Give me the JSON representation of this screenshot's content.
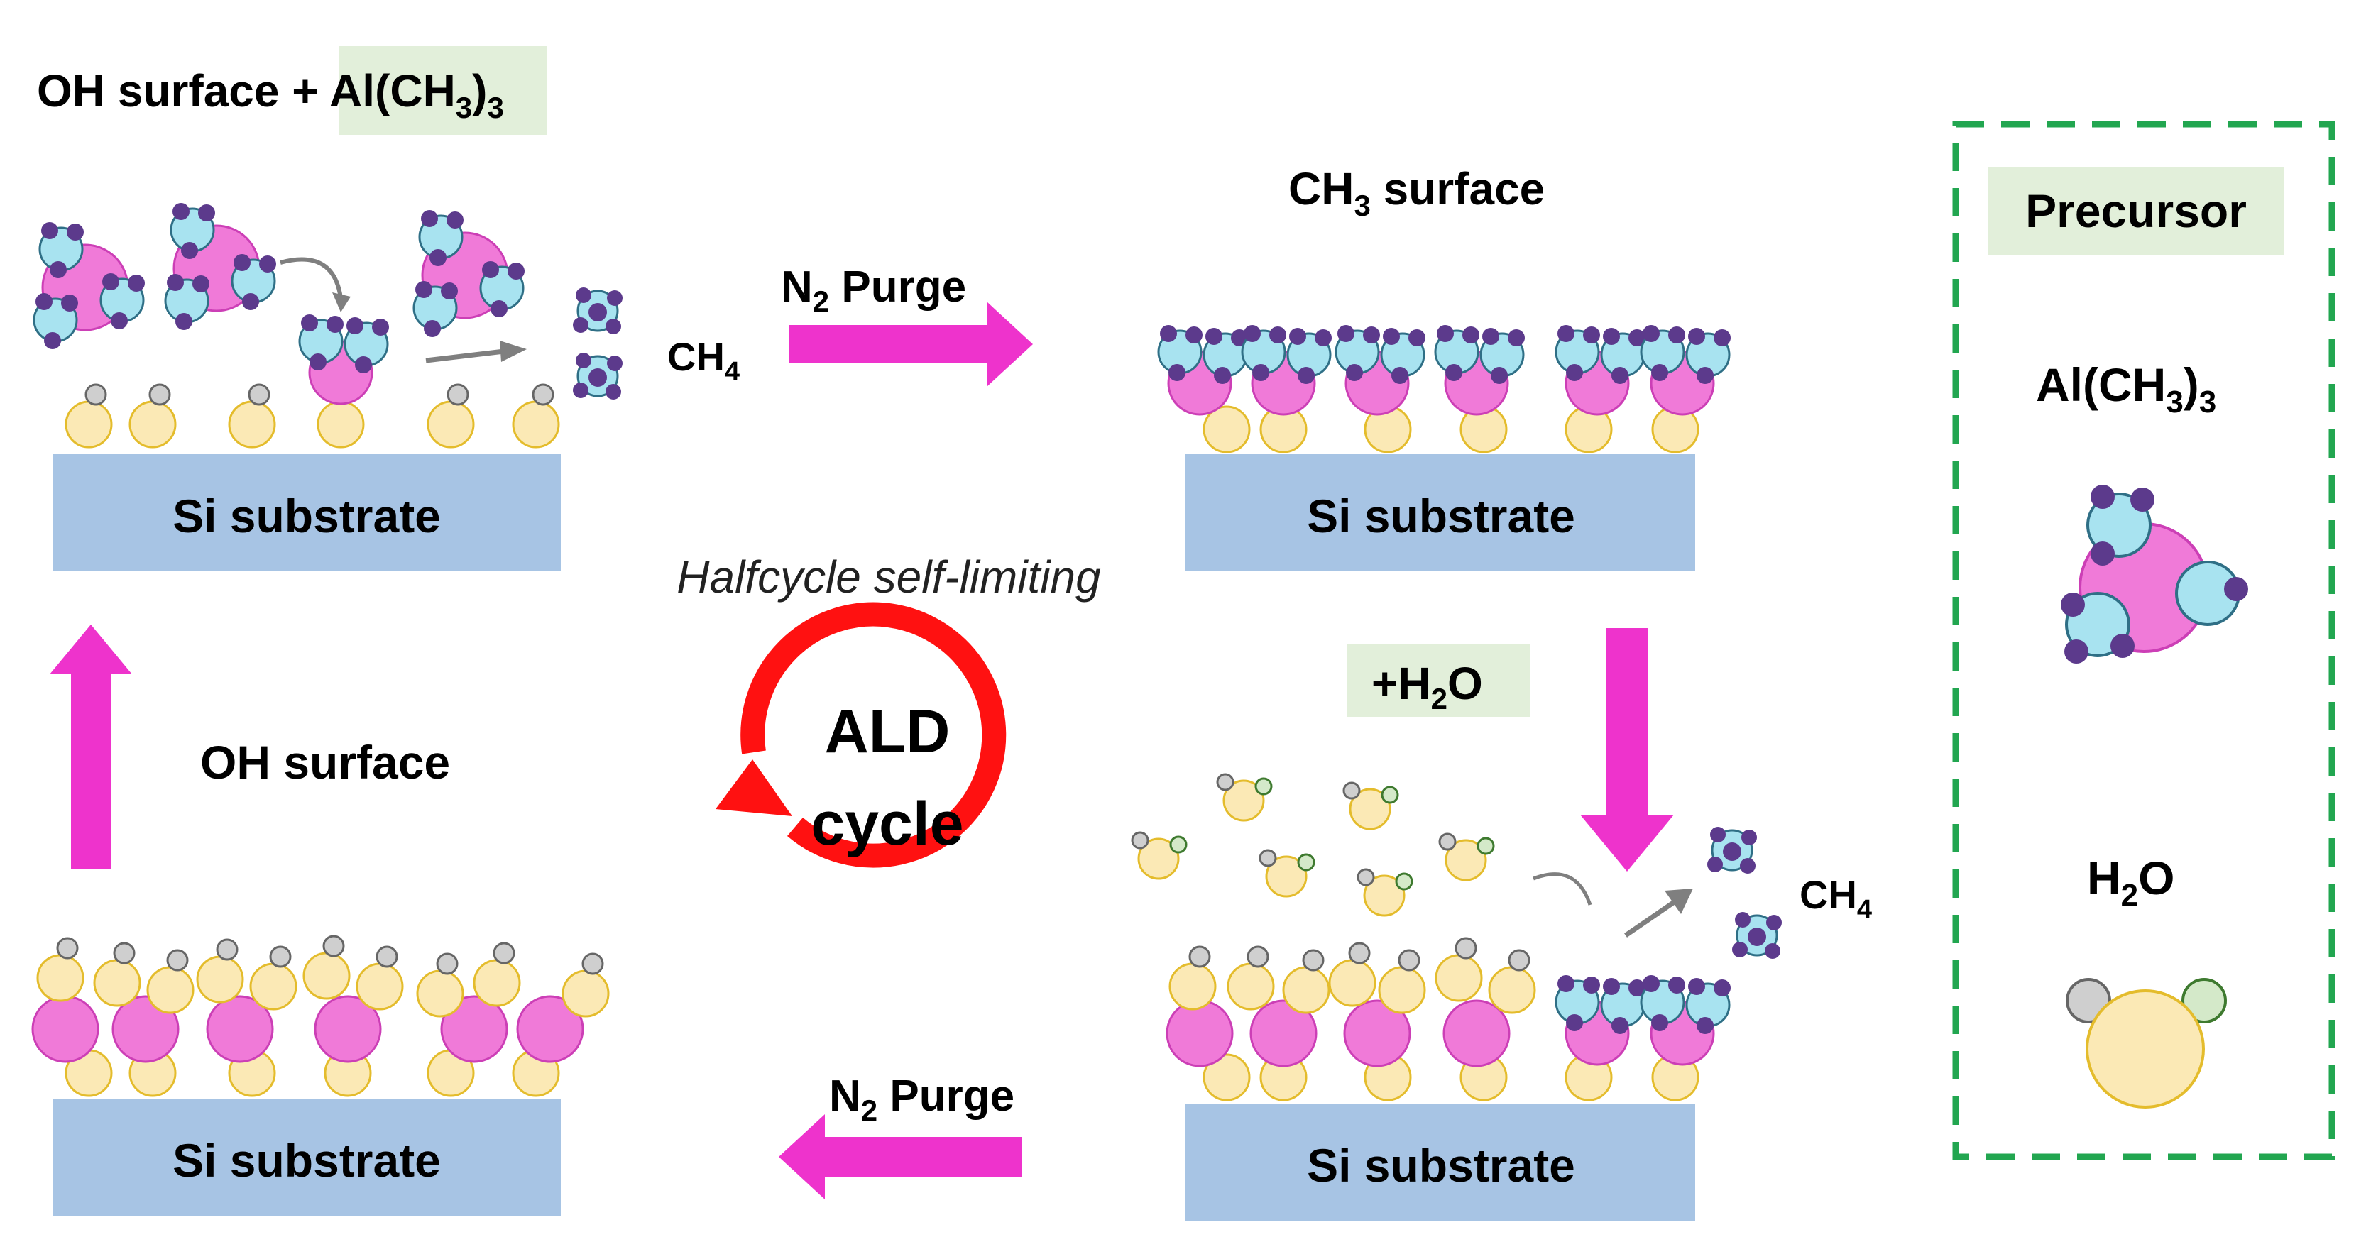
{
  "labels": {
    "top_left_title_prefix": "OH surface + ",
    "tma_formula_main": "Al(CH",
    "tma_formula_sub": "3",
    "tma_formula_close": ")",
    "tma_formula_sub2": "3",
    "ch3_surface_main": "CH",
    "ch3_surface_sub": "3",
    "ch3_surface_rest": " surface",
    "oh_surface": "OH surface",
    "purge_n": "N",
    "purge_sub": "2",
    "purge_rest": " Purge",
    "ch4_main": "CH",
    "ch4_sub": "4",
    "halfcycle": "Halfcycle self-limiting",
    "ald_line1": "ALD",
    "ald_line2": "cycle",
    "water_plus": "+H",
    "water_sub": "2",
    "water_o": "O",
    "substrate": "Si substrate",
    "precursor": "Precursor",
    "h2o_main": "H",
    "h2o_sub": "2",
    "h2o_o": "O"
  },
  "colors": {
    "substrate": "#a7c4e4",
    "aluminum": "#f07ad8",
    "aluminum_stroke": "#cc3fb6",
    "methyl_carbon": "#a8e3f0",
    "methyl_stroke": "#2f6f86",
    "methyl_hydrogen": "#5c3a8c",
    "oxygen": "#fbe9b5",
    "oxygen_stroke": "#e4bc2c",
    "hydrogen_gray": "#cfcfcf",
    "hydrogen_gray_stroke": "#666666",
    "hydrogen_green": "#d4e9c9",
    "hydrogen_green_stroke": "#3e7a2f",
    "arrow_magenta": "#ee33cc",
    "cycle_red": "#ff1111",
    "small_arrow_gray": "#7f7f7f",
    "label_bg_green": "#e2efda",
    "legend_border": "#22a650"
  }
}
